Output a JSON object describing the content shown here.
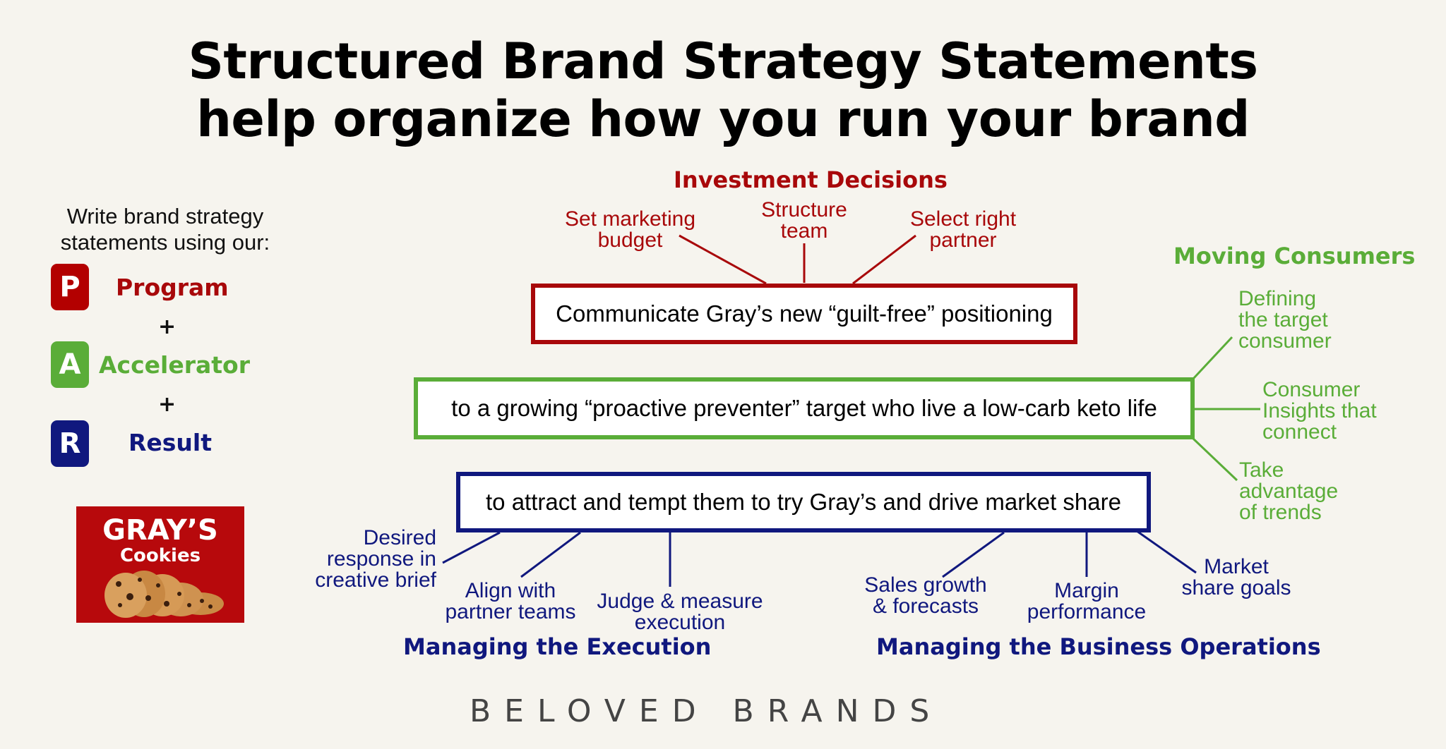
{
  "title": {
    "line1": "Structured Brand Strategy Statements",
    "line2": "help organize how you run your brand"
  },
  "legend": {
    "intro_line1": "Write brand strategy",
    "intro_line2": "statements using our:",
    "items": [
      {
        "letter": "P",
        "label": "Program",
        "color": "#b30000"
      },
      {
        "letter": "A",
        "label": "Accelerator",
        "color": "#5aad38"
      },
      {
        "letter": "R",
        "label": "Result",
        "color": "#10187e"
      }
    ],
    "plus": "+"
  },
  "logo": {
    "line1": "GRAY’S",
    "line2": "Cookies"
  },
  "investment": {
    "heading": "Investment Decisions",
    "items": [
      {
        "line1": "Set marketing",
        "line2": "budget"
      },
      {
        "line1": "Structure",
        "line2": "team"
      },
      {
        "line1": "Select right",
        "line2": "partner"
      }
    ]
  },
  "consumers": {
    "heading": "Moving Consumers",
    "items": [
      {
        "line1": "Defining",
        "line2": "the target",
        "line3": "consumer"
      },
      {
        "line1": "Consumer",
        "line2": "Insights that",
        "line3": "connect"
      },
      {
        "line1": "Take",
        "line2": "advantage",
        "line3": "of trends"
      }
    ]
  },
  "statements": {
    "program": "Communicate Gray’s new “guilt-free” positioning",
    "accelerator": "to a growing “proactive preventer” target who live a low-carb keto life",
    "result": "to attract and tempt them to try Gray’s and drive market share"
  },
  "execution": {
    "heading": "Managing the Execution",
    "items": [
      {
        "line1": "Desired",
        "line2": "response in",
        "line3": "creative brief"
      },
      {
        "line1": "Align with",
        "line2": "partner teams"
      },
      {
        "line1": "Judge & measure",
        "line2": "execution"
      }
    ]
  },
  "operations": {
    "heading": "Managing the Business Operations",
    "items": [
      {
        "line1": "Sales growth",
        "line2": "& forecasts"
      },
      {
        "line1": "Margin",
        "line2": "performance"
      },
      {
        "line1": "Market",
        "line2": "share goals"
      }
    ]
  },
  "footer": {
    "brand": "BELOVED BRANDS"
  },
  "colors": {
    "red": "#a8080a",
    "green": "#5aad38",
    "blue": "#10187e"
  }
}
